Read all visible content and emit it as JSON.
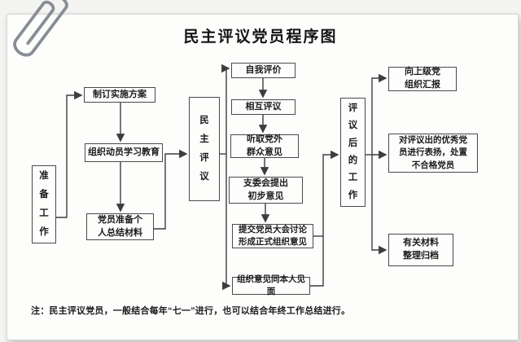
{
  "title": "民主评议党员程序图",
  "note": "注：民主评议党员，一般结合每年“七一”进行，也可以结合年终工作总结进行。",
  "stages": {
    "prepare": "准\n备\n工\n作",
    "review": "民\n主\n评\n议",
    "after_work": "评\n议\n后\n的\n工\n作"
  },
  "nodes": {
    "plan": "制订实施方案",
    "mobilize": "组织动员学习教育",
    "materials": "党员准备个\n人总结材料",
    "self_eval": "自我评价",
    "mutual_review": "相互评议",
    "outside_opinions": "听取党外\n群众意见",
    "committee_opinion": "支委会提出\n初步意见",
    "meeting_discussion": "提交党员大会讨论\n形成正式组织意见",
    "meet_person": "组织意见同本人见面",
    "report_up": "向上级党\n组织汇报",
    "praise_handle": "对评议出的优秀党\n员进行表扬，处置\n不合格党员",
    "archive": "有关材料\n整理归档"
  },
  "colors": {
    "line": "#3d3d3d",
    "box_border": "#4a4a4a",
    "paper": "#fdfdfc",
    "text": "#1b1b1b"
  },
  "icons": {
    "paperclip": "paperclip-icon"
  }
}
